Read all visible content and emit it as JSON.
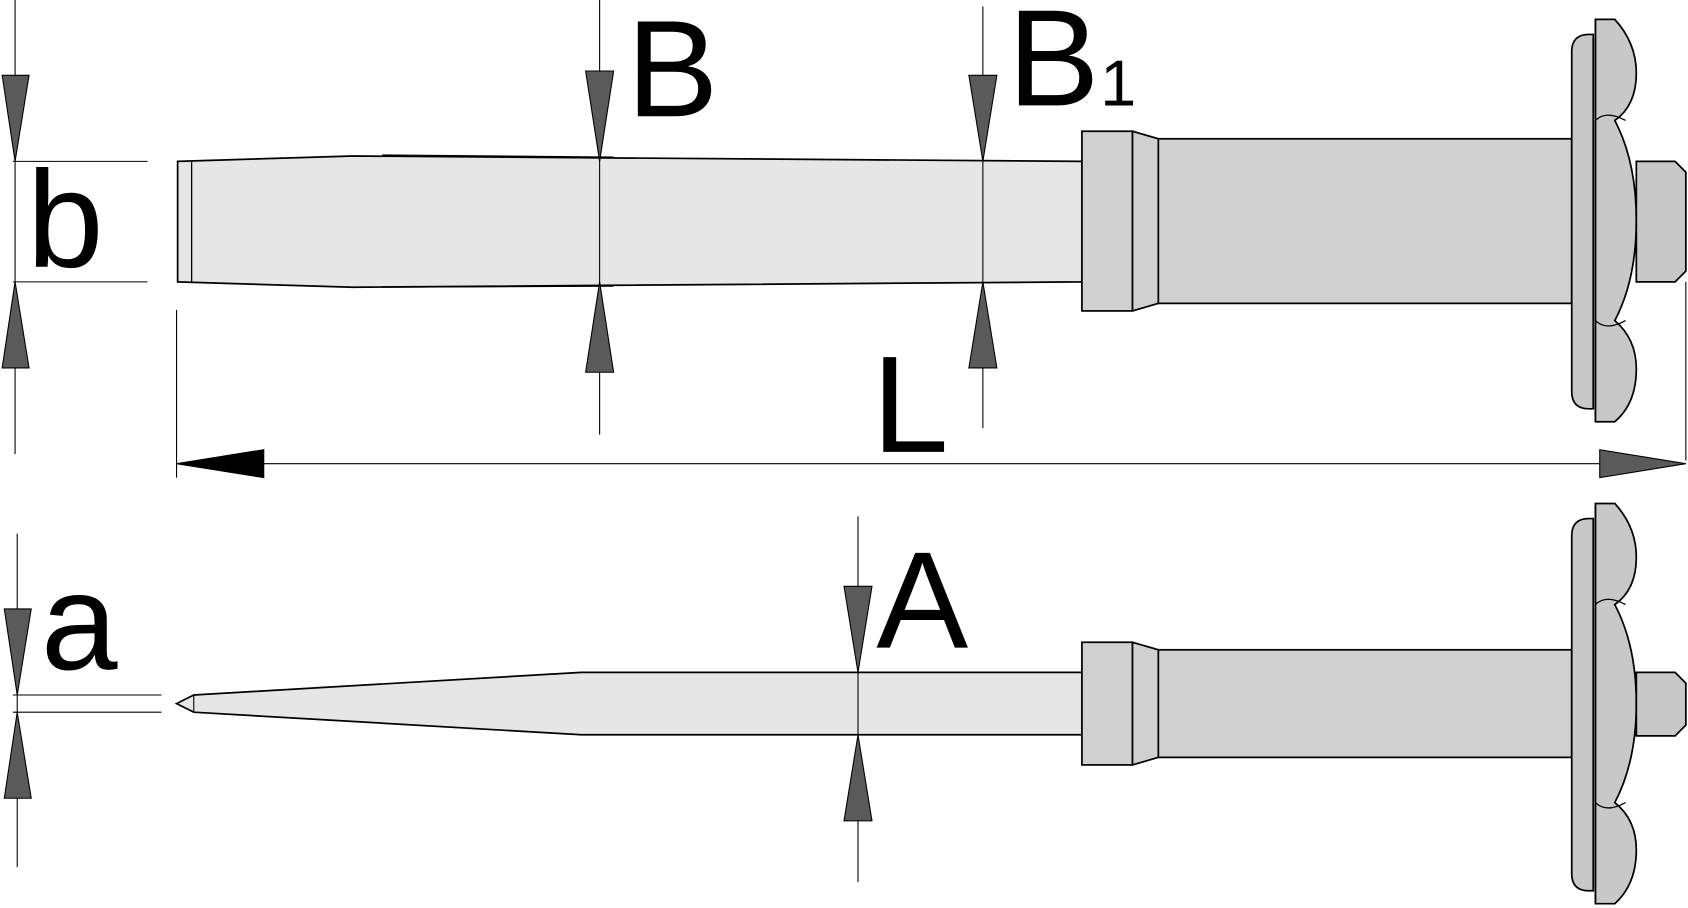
{
  "labels": {
    "b": "b",
    "B": "B",
    "B1_main": "B",
    "B1_sub": "1",
    "L": "L",
    "a": "a",
    "A": "A"
  },
  "colors": {
    "blade_fill": "#e6e6e6",
    "handle_fill": "#d0d0d0",
    "guard_fill": "#c8c8c8",
    "arrow_fill": "#5a5a5a",
    "line": "#000000"
  }
}
